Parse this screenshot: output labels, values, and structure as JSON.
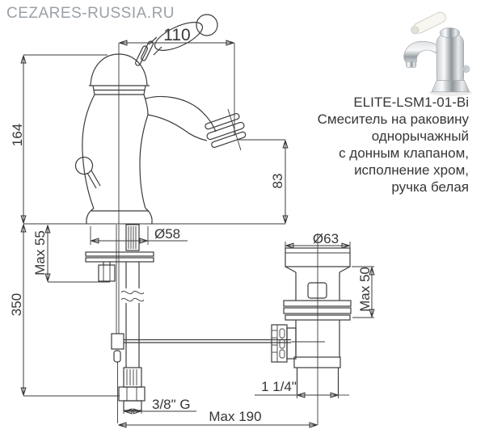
{
  "watermark": "CEZARES-RUSSIA.RU",
  "product": {
    "model": "ELITE-LSM1-01-Bi",
    "description_lines": [
      "Смеситель на раковину",
      "однорычажный",
      "с донным клапаном,",
      "исполнение хром,",
      "ручка белая"
    ]
  },
  "drawing": {
    "dimensions": {
      "spout_reach": "110",
      "total_height": "164",
      "spout_height": "83",
      "base_diameter": "Ø58",
      "deck_thickness_max": "Max 55",
      "hose_length": "350",
      "drain_flange_diameter": "Ø63",
      "drain_deck_max": "Max 50",
      "drain_pipe_size": "1 1/4\"",
      "hose_thread": "3/8\" G",
      "rod_reach_max": "Max 190"
    },
    "colors": {
      "line": "#3b3b3b",
      "label": "#363636",
      "watermark": "#9aa1a8"
    }
  }
}
